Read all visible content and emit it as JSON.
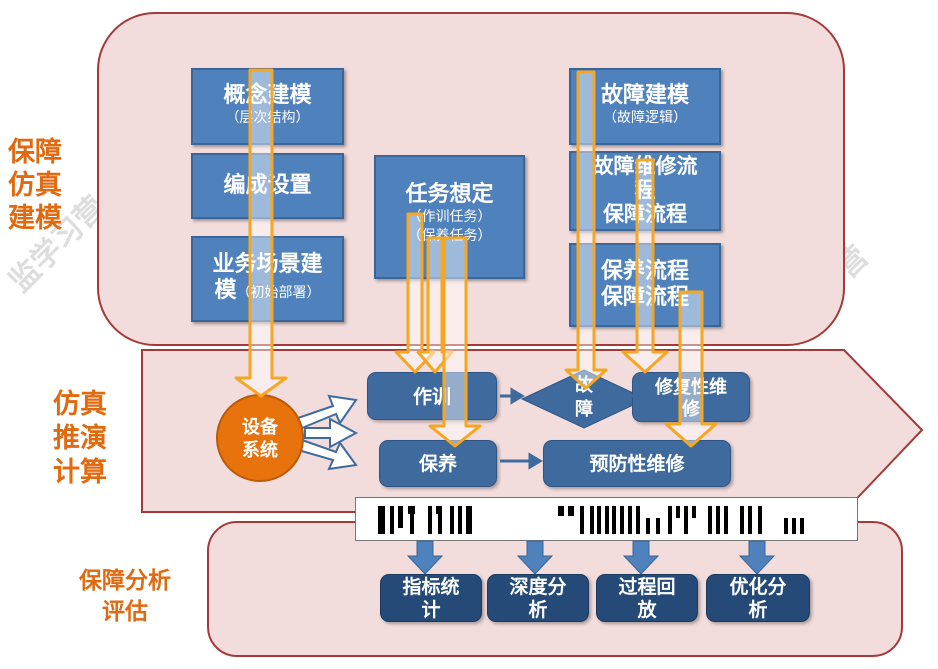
{
  "zones": {
    "modeling": {
      "label": "保障\n仿真\n建模"
    },
    "simulation": {
      "label": "仿真\n推演\n计算"
    },
    "evaluation": {
      "label": "保障分析\n评估"
    }
  },
  "modeling_boxes": {
    "concept": {
      "title": "概念建模",
      "sub": "（层次结构）"
    },
    "formation": {
      "title": "编成设置"
    },
    "scenario": {
      "title_line1": "业务场景建",
      "title_line2": "模",
      "sub": "（初始部署）"
    },
    "task": {
      "title": "任务想定",
      "sub1": "（作训任务）",
      "sub2": "（保养任务）"
    },
    "fault": {
      "title": "故障建模",
      "sub": "（故障逻辑）"
    },
    "fault_repair": {
      "line1": "故障维修流",
      "line2": "程",
      "line3": "保障流程"
    },
    "maintain": {
      "line1": "保养流程",
      "line2": "保障流程"
    }
  },
  "simulation_nodes": {
    "equipment": "设备\n系统",
    "training": "作训",
    "fault": "故\n障",
    "repair": "修复性维\n修",
    "maintenance": "保养",
    "preventive": "预防性维修"
  },
  "evaluation_boxes": [
    {
      "label": "指标统\n计"
    },
    {
      "label": "深度分\n析"
    },
    {
      "label": "过程回\n放"
    },
    {
      "label": "优化分\n析"
    }
  ],
  "watermark": {
    "left": "监学习营",
    "right": "营"
  },
  "colors": {
    "zone_fill": "#f2dcdc",
    "zone_border": "#a33a3a",
    "box_blue": "#4f81bd",
    "node_blue": "#3e6a9e",
    "eval_blue": "#254a78",
    "arrow_orange": "#f5a623",
    "equipment_orange": "#e8730c",
    "label_orange": "#e06a10"
  }
}
